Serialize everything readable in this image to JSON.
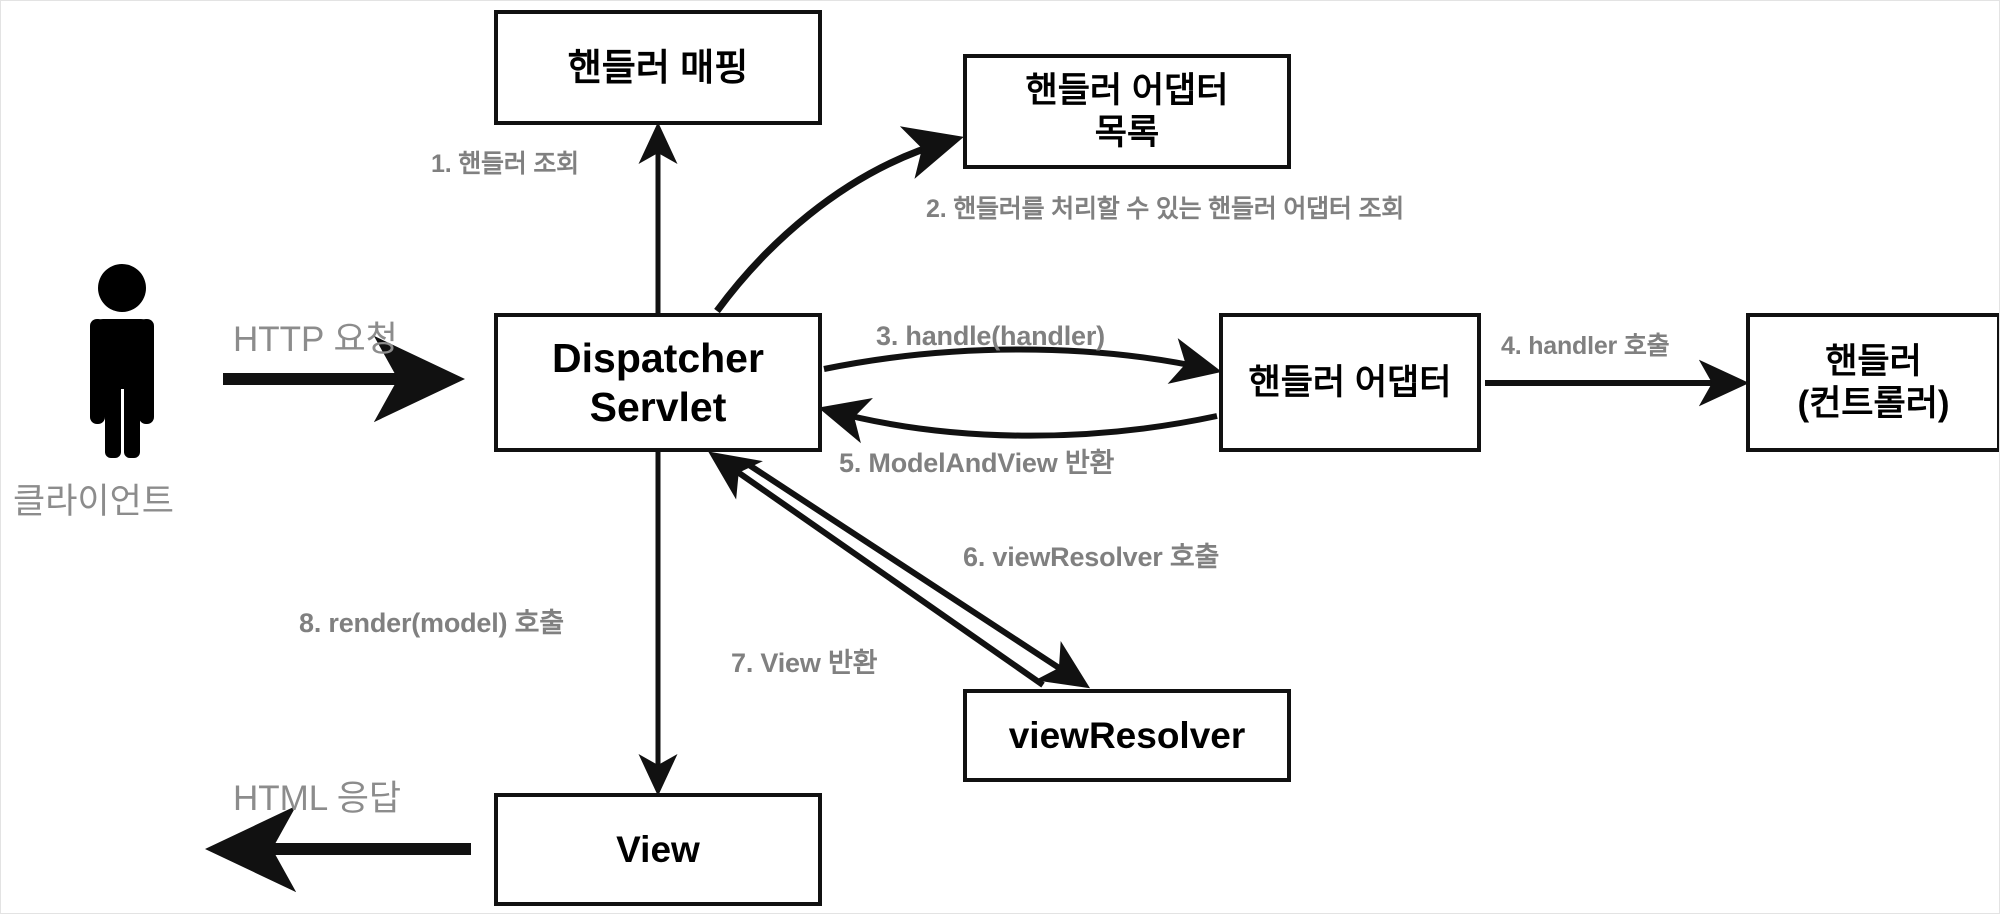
{
  "diagram": {
    "title": "Spring MVC DispatcherServlet flow",
    "nodes": {
      "handler_mapping": "핸들러 매핑",
      "adapter_list": "핸들러 어댑터\n목록",
      "dispatcher": "Dispatcher\nServlet",
      "handler_adapter": "핸들러 어댑터",
      "handler_controller": "핸들러\n(컨트롤러)",
      "view_resolver": "viewResolver",
      "view": "View"
    },
    "edge_labels": {
      "step1": "1. 핸들러 조회",
      "step2": "2. 핸들러를 처리할 수 있는 핸들러 어댑터 조회",
      "step3": "3. handle(handler)",
      "step4": "4. handler 호출",
      "step5": "5. ModelAndView 반환",
      "step6": "6. viewResolver 호출",
      "step7": "7. View 반환",
      "step8": "8. render(model) 호출"
    },
    "side_labels": {
      "http_request": "HTTP 요청",
      "html_response": "HTML 응답",
      "client": "클라이언트"
    },
    "icons": {
      "actor": "person-icon"
    },
    "colors": {
      "stroke": "#111111",
      "node_border": "#111111",
      "node_fill": "#ffffff",
      "label_gray": "#808080",
      "plain_label_gray": "#8c8c8c",
      "canvas_border": "#e3e3e3"
    }
  }
}
